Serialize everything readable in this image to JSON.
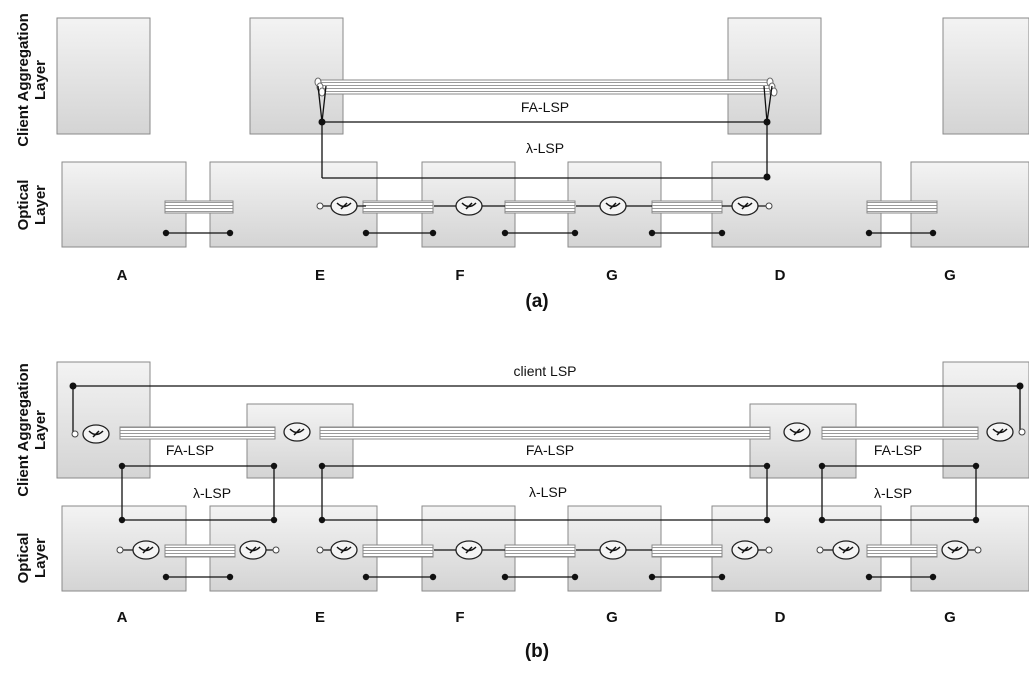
{
  "layer_labels": {
    "client_line1": "Client Aggregation",
    "client_line2": "Layer",
    "optical_line1": "Optical",
    "optical_line2": "Layer"
  },
  "nodes": [
    "A",
    "E",
    "F",
    "G",
    "D",
    "G"
  ],
  "panel_a": {
    "caption": "(a)",
    "fa_lsp": "FA-LSP",
    "lambda_lsp": "λ-LSP"
  },
  "panel_b": {
    "caption": "(b)",
    "client_lsp": "client LSP",
    "fa_lsp_1": "FA-LSP",
    "fa_lsp_2": "FA-LSP",
    "fa_lsp_3": "FA-LSP",
    "lambda_lsp_1": "λ-LSP",
    "lambda_lsp_2": "λ-LSP",
    "lambda_lsp_3": "λ-LSP"
  },
  "colors": {
    "box_fill_top": "#f3f3f3",
    "box_fill_bottom": "#d4d4d4",
    "box_stroke": "#8a8a8a",
    "line": "#111111"
  }
}
